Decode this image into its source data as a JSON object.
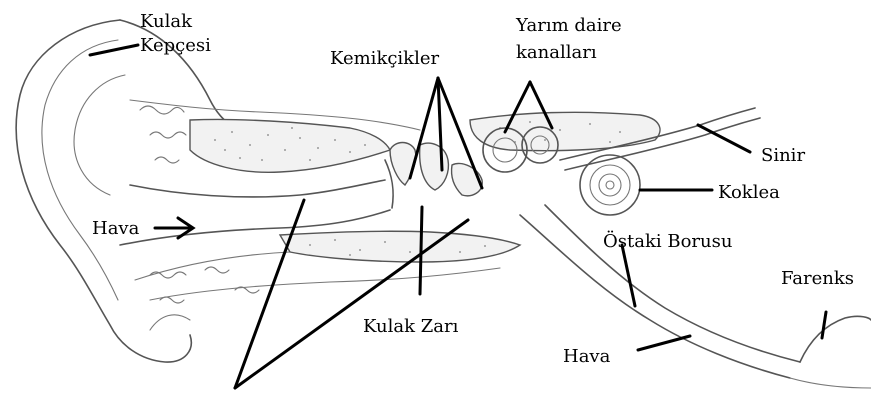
{
  "labels": {
    "pinna": [
      "Kulak",
      "Kepçesi"
    ],
    "ossicles": "Kemikçikler",
    "semicircular_canals": [
      "Yarım daire",
      "kanalları"
    ],
    "nerve": "Sinir",
    "cochlea": "Koklea",
    "air_outer": "Hava",
    "eustachian_tube": "Östaki Borusu",
    "pharynx": "Farenks",
    "eardrum": "Kulak Zarı",
    "air_lower": "Hava"
  }
}
